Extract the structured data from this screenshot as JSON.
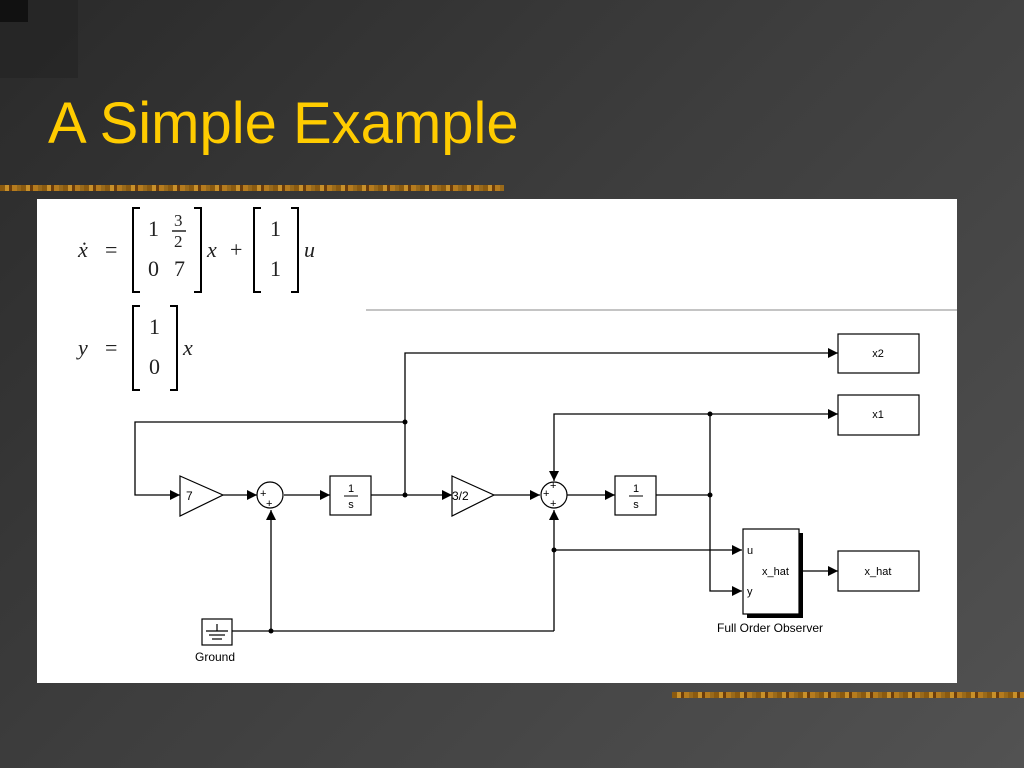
{
  "slide": {
    "title": "A Simple Example"
  },
  "equations": {
    "state": {
      "lhs": "ẋ",
      "equals": "=",
      "A": [
        [
          "1",
          "3",
          "2"
        ],
        [
          "0",
          "7"
        ]
      ],
      "x": "x",
      "plus": "+",
      "B": [
        "1",
        "1"
      ],
      "u": "u"
    },
    "output": {
      "lhs": "y",
      "equals": "=",
      "C": [
        "1",
        "0"
      ],
      "x": "x"
    }
  },
  "diagram": {
    "blocks": {
      "gain_a": "7",
      "integrator_a": {
        "num": "1",
        "den": "s"
      },
      "gain_b": "3/2",
      "integrator_b": {
        "num": "1",
        "den": "s"
      },
      "sum_sign": "+",
      "scope_x2": "x2",
      "scope_x1": "x1",
      "scope_xhat": "x_hat",
      "observer": {
        "port_u": "u",
        "port_y": "y",
        "out": "x_hat",
        "caption": "Full Order Observer"
      },
      "ground": {
        "caption": "Ground"
      }
    }
  },
  "colors": {
    "title": "#ffcc00",
    "background": "#3a3a3a",
    "panel": "#ffffff",
    "ink": "#000000"
  }
}
